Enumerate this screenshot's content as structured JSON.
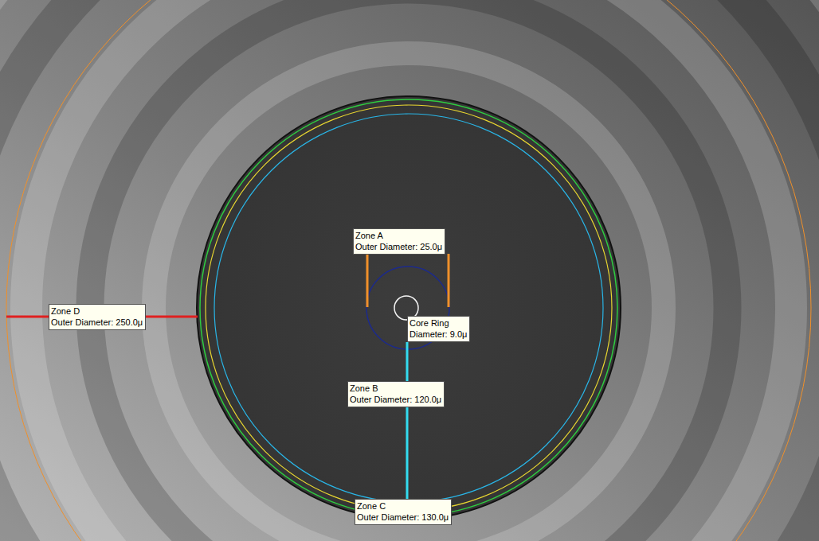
{
  "diagram": {
    "nodes": [
      {
        "text": [
          "Zone A",
          "Outer Diameter: 25.0μ"
        ]
      },
      {
        "text": [
          "Core Ring",
          "Diameter: 9.0μ"
        ]
      },
      {
        "text": [
          "Zone D",
          "Outer Diameter: 250.0μ"
        ]
      },
      {
        "text": [
          "Zone B",
          "Outer Diameter: 120.0μ"
        ]
      },
      {
        "text": [
          "Zone C",
          "Outer Diameter: 130.0μ"
        ]
      }
    ]
  }
}
